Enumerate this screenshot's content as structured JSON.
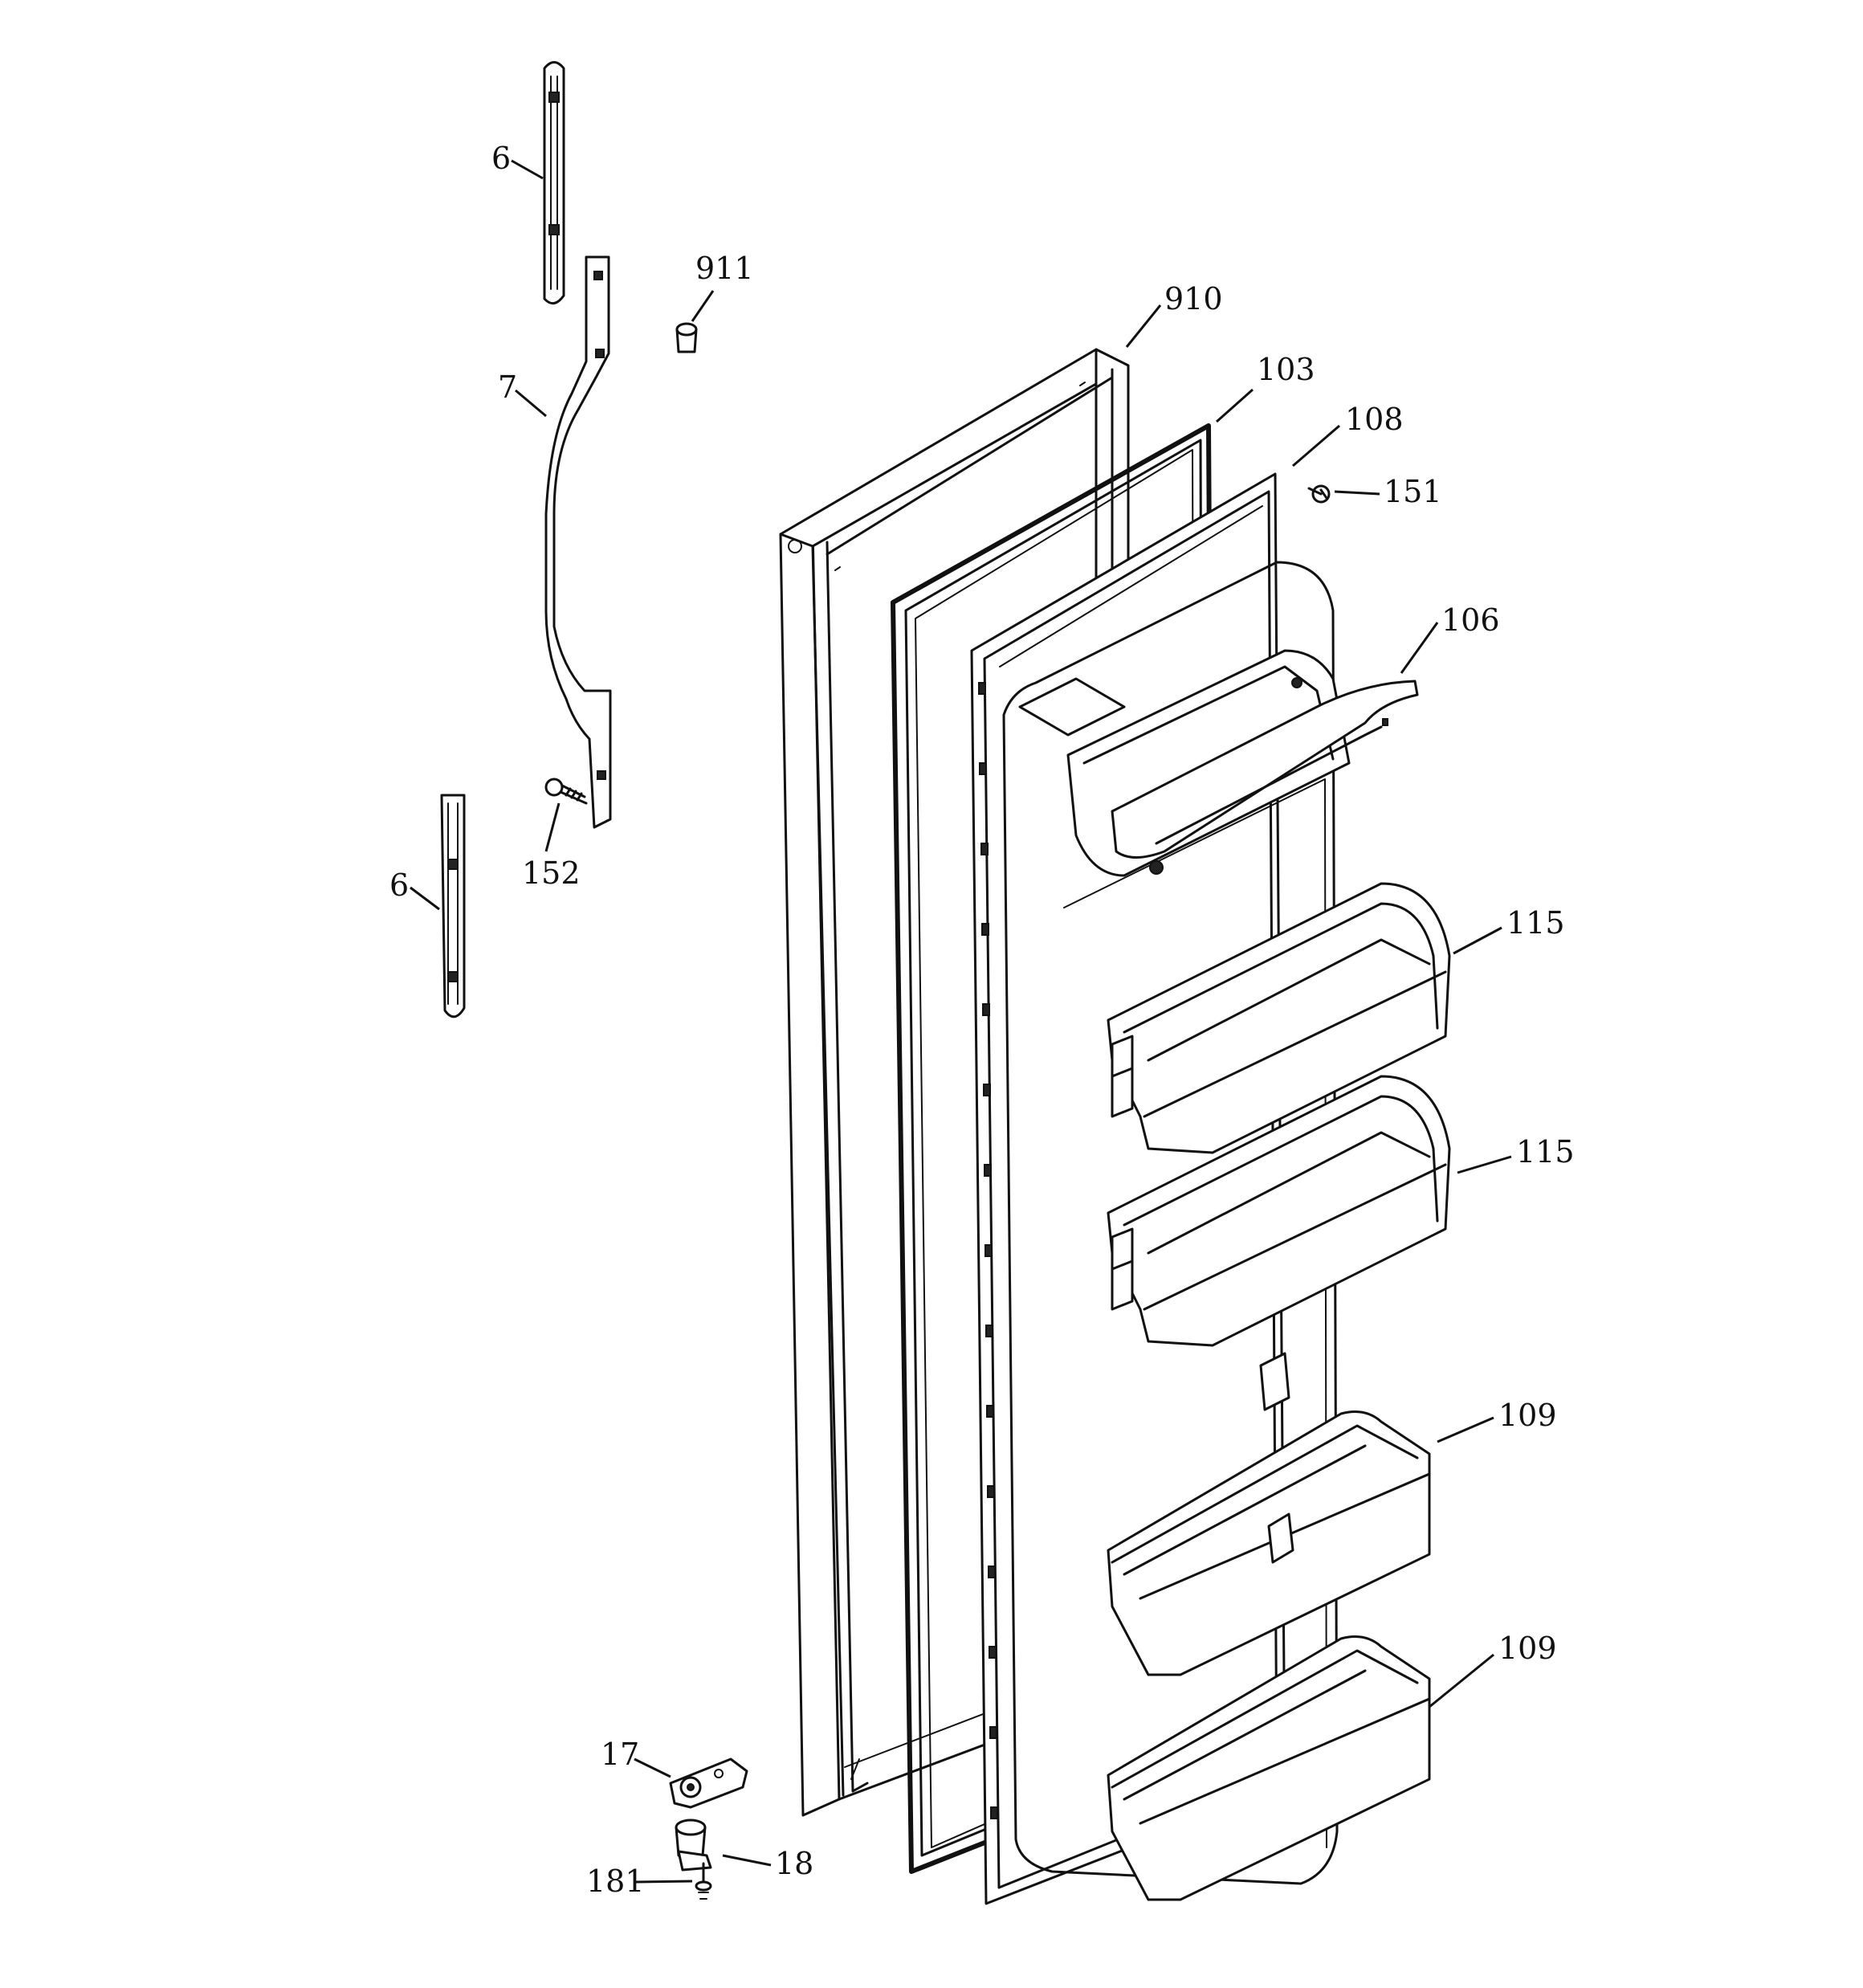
{
  "diagram": {
    "callouts": [
      {
        "id": "c-6-top",
        "label": "6",
        "part": "handle-trim-top"
      },
      {
        "id": "c-911",
        "label": "911",
        "part": "plug"
      },
      {
        "id": "c-910",
        "label": "910",
        "part": "door-shell"
      },
      {
        "id": "c-103",
        "label": "103",
        "part": "door-gasket"
      },
      {
        "id": "c-108",
        "label": "108",
        "part": "door-liner"
      },
      {
        "id": "c-151",
        "label": "151",
        "part": "screw"
      },
      {
        "id": "c-7",
        "label": "7",
        "part": "door-handle"
      },
      {
        "id": "c-106",
        "label": "106",
        "part": "dairy-door"
      },
      {
        "id": "c-152",
        "label": "152",
        "part": "handle-screw"
      },
      {
        "id": "c-6-bottom",
        "label": "6",
        "part": "handle-trim-bottom"
      },
      {
        "id": "c-115-a",
        "label": "115",
        "part": "door-bin"
      },
      {
        "id": "c-115-b",
        "label": "115",
        "part": "door-bin"
      },
      {
        "id": "c-109-a",
        "label": "109",
        "part": "door-shelf"
      },
      {
        "id": "c-109-b",
        "label": "109",
        "part": "door-shelf"
      },
      {
        "id": "c-17",
        "label": "17",
        "part": "hinge-plate"
      },
      {
        "id": "c-18",
        "label": "18",
        "part": "hinge-bushing"
      },
      {
        "id": "c-181",
        "label": "181",
        "part": "hinge-screw"
      }
    ]
  }
}
